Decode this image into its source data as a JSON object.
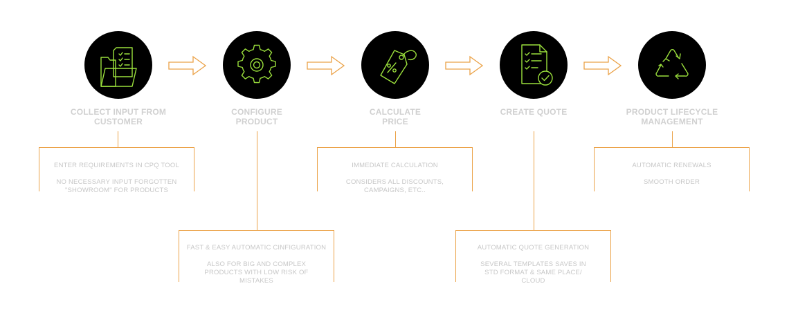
{
  "colors": {
    "circle_bg": "#000000",
    "icon_green": "#9be03c",
    "accent_orange": "#eba247",
    "text_grey": "#d0d0d0"
  },
  "steps": [
    {
      "icon": "folder-documents-icon",
      "title_lines": [
        "COLLECT INPUT FROM",
        "CUSTOMER"
      ],
      "details": [
        [
          "ENTER REQUIREMENTS IN CPQ TOOL"
        ],
        [
          "NO NECESSARY INPUT FORGOTTEN",
          "\"SHOWROOM\" FOR PRODUCTS"
        ]
      ]
    },
    {
      "icon": "gear-icon",
      "title_lines": [
        "CONFIGURE",
        "PRODUCT"
      ],
      "details": [
        [
          "FAST & EASY AUTOMATIC CINFIGURATION"
        ],
        [
          "ALSO FOR BIG AND COMPLEX",
          "PRODUCTS WITH LOW RISK OF",
          "MISTAKES"
        ]
      ]
    },
    {
      "icon": "price-tag-icon",
      "title_lines": [
        "CALCULATE",
        "PRICE"
      ],
      "details": [
        [
          "IMMEDIATE CALCULATION"
        ],
        [
          "CONSIDERS ALL DISCOUNTS,",
          "CAMPAIGNS, ETC.."
        ]
      ]
    },
    {
      "icon": "checklist-document-icon",
      "title_lines": [
        "CREATE QUOTE"
      ],
      "details": [
        [
          "AUTOMATIC QUOTE GENERATION"
        ],
        [
          "SEVERAL TEMPLATES SAVES IN",
          "STD FORMAT & SAME PLACE/",
          "CLOUD"
        ]
      ]
    },
    {
      "icon": "recycle-icon",
      "title_lines": [
        "PRODUCT LIFECYCLE",
        "MANAGEMENT"
      ],
      "details": [
        [
          "AUTOMATIC RENEWALS"
        ],
        [
          "SMOOTH ORDER"
        ]
      ]
    }
  ]
}
